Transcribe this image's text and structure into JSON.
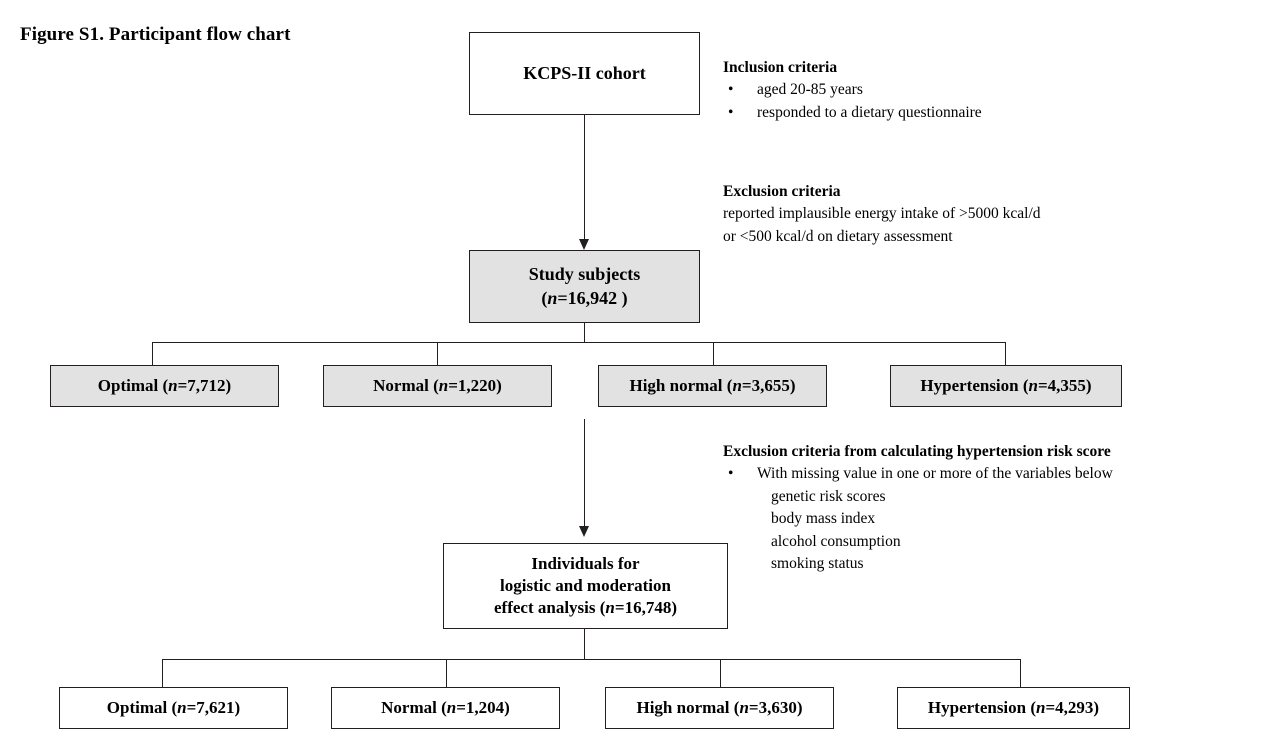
{
  "figure": {
    "title": "Figure S1. Participant flow chart"
  },
  "nodes": {
    "cohort": {
      "label": "KCPS-II cohort",
      "lines": [
        "KCPS-II cohort"
      ],
      "fill": "#ffffff"
    },
    "study_subjects": {
      "label": "Study subjects (n=16,942 )",
      "line1": "Study subjects",
      "line2_pre": "(",
      "line2_italic": "n",
      "line2_post": "=16,942 )",
      "fill": "#e3e2e2"
    },
    "analysis_set": {
      "label": "Individuals for logistic and moderation effect analysis (n=16,748)",
      "line1": "Individuals  for",
      "line2": "logistic  and  moderation",
      "line3_pre": "effect analysis  (",
      "line3_italic": "n",
      "line3_post": "=16,748)",
      "fill": "#ffffff"
    }
  },
  "row_before": {
    "fill": "#e3e2e2",
    "items": [
      {
        "name": "Optimal",
        "pre": "Optimal  (",
        "italic": "n",
        "post": "=7,712)",
        "count": "7,712"
      },
      {
        "name": "Normal",
        "pre": "Normal (",
        "italic": "n",
        "post": "=1,220)",
        "count": "1,220"
      },
      {
        "name": "High normal",
        "pre": "High normal  (",
        "italic": "n",
        "post": "=3,655)",
        "count": "3,655"
      },
      {
        "name": "Hypertension",
        "pre": "Hypertension (",
        "italic": "n",
        "post": "=4,355)",
        "count": "4,355"
      }
    ]
  },
  "row_after": {
    "fill": "#ffffff",
    "items": [
      {
        "name": "Optimal",
        "pre": "Optimal  (",
        "italic": "n",
        "post": "=7,621)",
        "count": "7,621"
      },
      {
        "name": "Normal",
        "pre": "Normal (",
        "italic": "n",
        "post": "=1,204)",
        "count": "1,204"
      },
      {
        "name": "High normal",
        "pre": "High normal  (",
        "italic": "n",
        "post": "=3,630)",
        "count": "3,630"
      },
      {
        "name": "Hypertension",
        "pre": "Hypertension (",
        "italic": "n",
        "post": "=4,293)",
        "count": "4,293"
      }
    ]
  },
  "notes": {
    "inclusion": {
      "heading": "Inclusion  criteria",
      "bullet_glyph": "•",
      "bullets": [
        "aged 20-85 years",
        "responded to a dietary questionnaire"
      ]
    },
    "exclusion": {
      "heading": "Exclusion  criteria",
      "lines": [
        "reported implausible energy intake of  >5000 kcal/d",
        "or <500 kcal/d on dietary assessment"
      ]
    },
    "exclusion_risk": {
      "heading": "Exclusion  criteria from calculating hypertension risk score",
      "bullet_glyph": "•",
      "bullet": "With missing value in one or more of the variables below",
      "variables": [
        "genetic risk scores",
        "body mass index",
        "alcohol consumption",
        "smoking  status"
      ]
    }
  },
  "colors": {
    "stroke": "#231f20",
    "shaded_fill": "#e3e2e2",
    "plain_fill": "#ffffff",
    "text": "#000000"
  }
}
